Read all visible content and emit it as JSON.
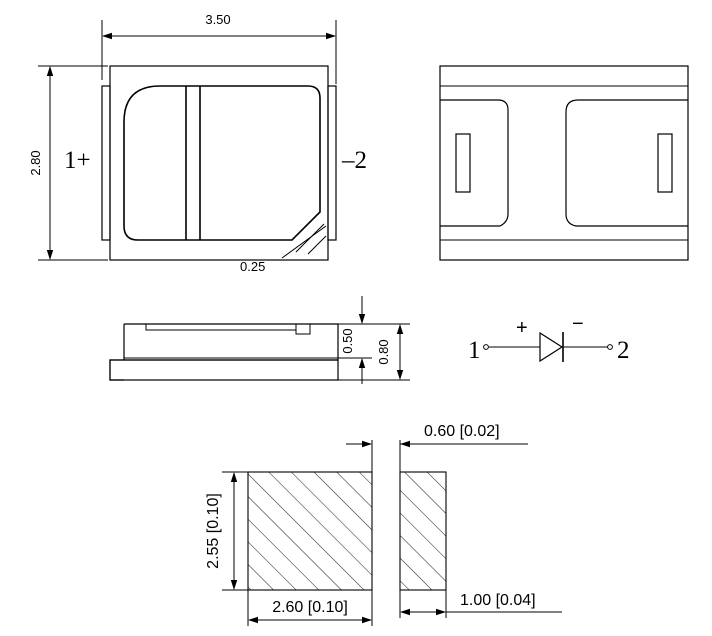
{
  "top_view": {
    "width_dim": "3.50",
    "height_dim": "2.80",
    "chamfer_dim": "0.25",
    "pin1_label": "1+",
    "pin2_label": "–2"
  },
  "side_view": {
    "body_dim": "0.50",
    "total_dim": "0.80"
  },
  "symbol": {
    "pin1": "1",
    "pin2": "2",
    "plus": "+",
    "minus": "−"
  },
  "footprint": {
    "gap_dim": "0.60 [0.02]",
    "height_dim": "2.55 [0.10]",
    "width_dim": "2.60 [0.10]",
    "small_width_dim": "1.00 [0.04]"
  },
  "colors": {
    "line": "#000000",
    "background": "#ffffff"
  }
}
